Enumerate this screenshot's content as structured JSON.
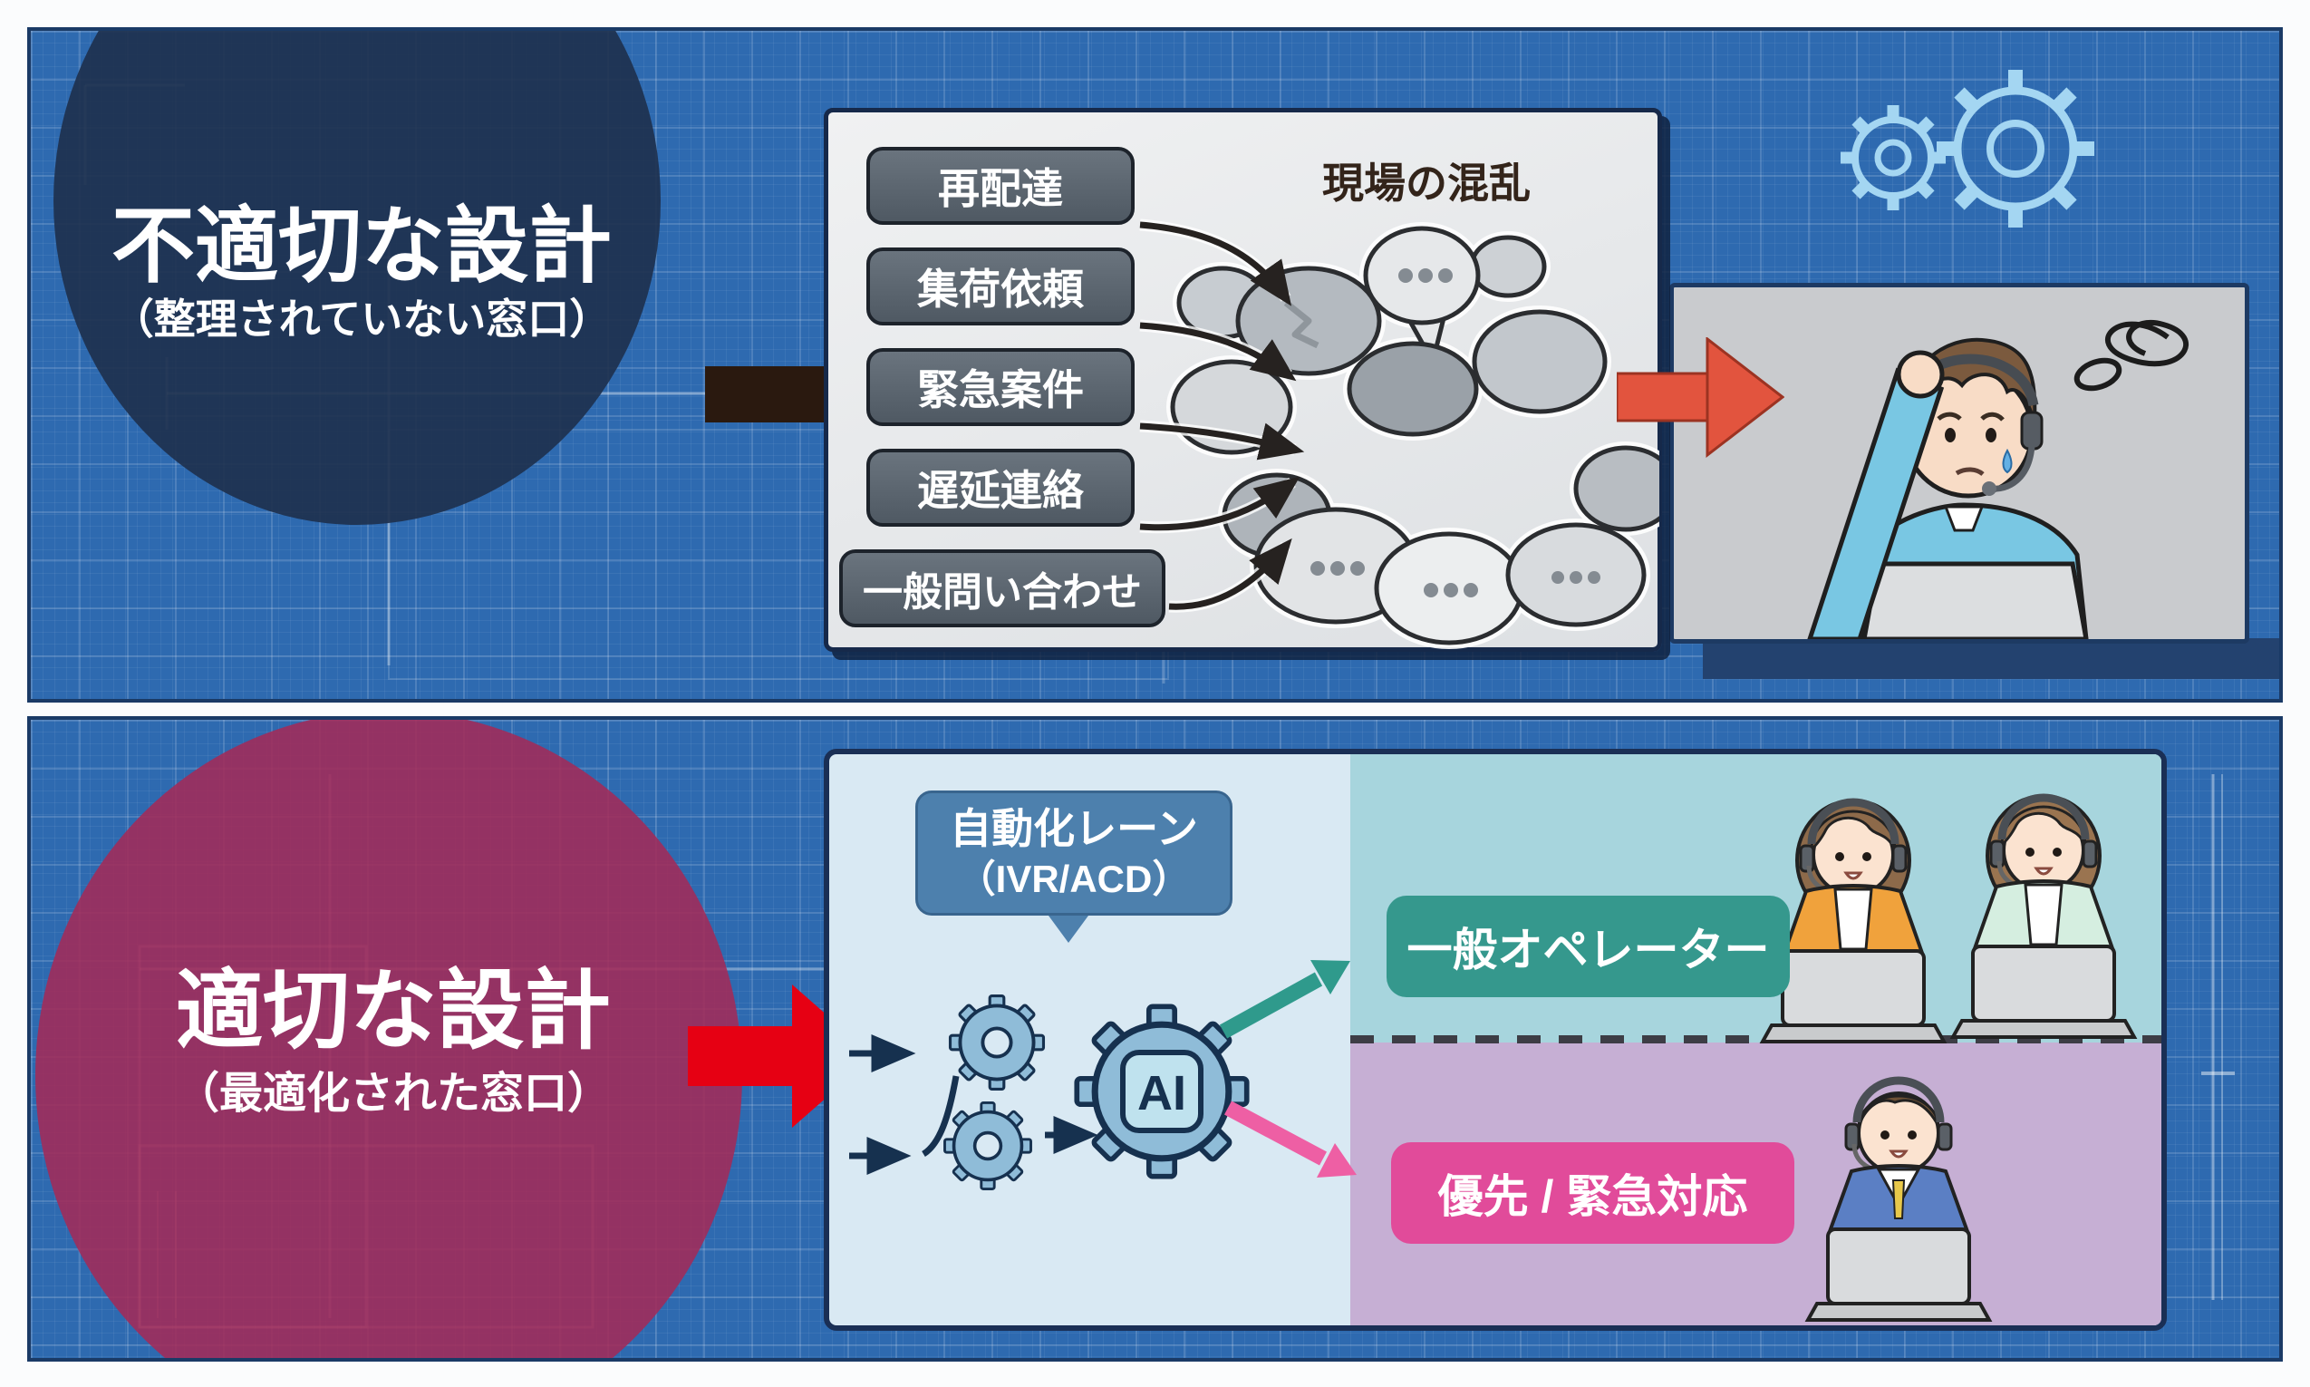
{
  "top": {
    "title": "不適切な設計",
    "subtitle": "（整理されていない窓口）",
    "buttons": [
      "再配達",
      "集荷依頼",
      "緊急案件",
      "遅延連絡",
      "一般問い合わせ"
    ],
    "chaos_label": "現場の混乱"
  },
  "bottom": {
    "title": "適切な設計",
    "subtitle": "（最適化された窓口）",
    "callout_line1": "自動化レーン",
    "callout_line2": "（IVR/ACD）",
    "ai_label": "AI",
    "general_badge": "一般オペレーター",
    "priority_badge": "優先 / 緊急対応"
  },
  "icons": {
    "gears_outline": "gear-icon",
    "flow_gears": "gear-icon",
    "ai_gear": "ai-gear-icon",
    "speech_bubbles": "speech-bubble-icon",
    "black_arrow": "arrow-right-icon",
    "red_arrow": "arrow-right-icon",
    "teal_arrow": "arrow-up-right-icon",
    "pink_arrow": "arrow-down-right-icon",
    "confused_agent": "confused-operator-avatar",
    "operators": "operator-avatar"
  },
  "colors": {
    "blueprint": "#2e6ab0",
    "dark_circle": "#1e314e",
    "crimson_circle": "#a32a58",
    "black_arrow": "#2a190f",
    "red_arrow_top": "#e2543e",
    "red_arrow_bottom": "#e60013",
    "button_bg": "#57616c",
    "callout_bg": "#4d80ad",
    "teal_zone": "#a7d5dd",
    "lavender_zone": "#c6afd4",
    "teal_badge": "#35988d",
    "pink_badge": "#e14b9a",
    "panel_blue": "#d9e9f3"
  }
}
